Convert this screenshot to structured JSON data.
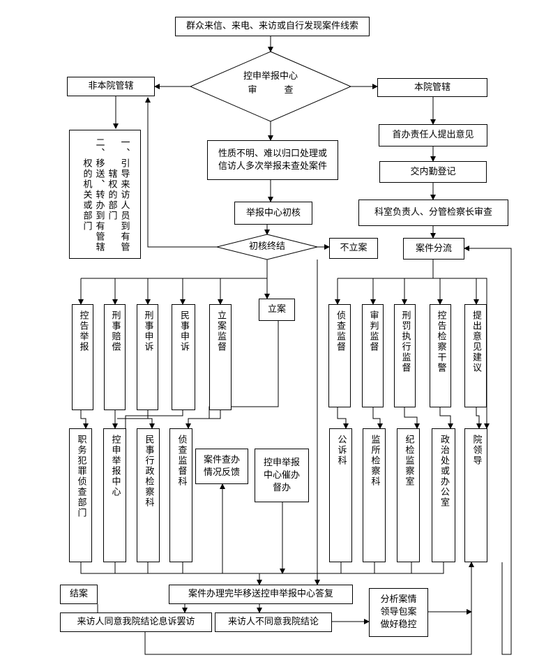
{
  "nodes": {
    "start": "群众来信、来电、来访或自行发现案件线索",
    "center_review": "控申举报中心\n审　　　查",
    "not_ours": "非本院管辖",
    "ours": "本院管辖",
    "not_ours_detail_1": "一、引导来访人员到有管辖权的部门",
    "not_ours_detail_2": "二、移送、转办到有管辖权的机关或部门",
    "unclear": "性质不明、难以归口处理或\n信访人多次举报未查处案件",
    "first_opinion": "首办责任人提出意见",
    "register": "交内勤登记",
    "dept_review": "科室负责人、分管检察长审查",
    "initial_check": "举报中心初核",
    "initial_conclusion": "初核终结",
    "no_case": "不立案",
    "case_split": "案件分流",
    "file_case": "立案",
    "c_complaint": "控告举报",
    "c_compensation": "刑事赔偿",
    "c_criminal_appeal": "刑事申诉",
    "c_civil_appeal": "民事申诉",
    "c_filing_supervision": "立案监督",
    "s_investigation": "侦查监督",
    "s_trial": "审判监督",
    "s_execution": "刑罚执行监督",
    "s_police": "控告检察干警",
    "s_suggestion": "提出意见建议",
    "d_duty_crime": "职务犯罪侦查部门",
    "d_complaint_center": "控申举报中心",
    "d_civil_admin": "民事行政检察科",
    "d_investigation": "侦查监督科",
    "feedback": "案件查办\n情况反馈",
    "urge": "控申举报\n中心催办\n督办",
    "d_prosecution": "公诉科",
    "d_prison": "监所检察科",
    "d_discipline": "纪检监察室",
    "d_political": "政治处或办公室",
    "d_leaders": "院领导",
    "closed": "结案",
    "completed": "案件办理完毕移送控申举报中心答复",
    "agree": "来访人同意我院结论息诉罢访",
    "disagree": "来访人不同意我院结论",
    "analyze": "分析案情\n领导包案\n做好稳控"
  }
}
